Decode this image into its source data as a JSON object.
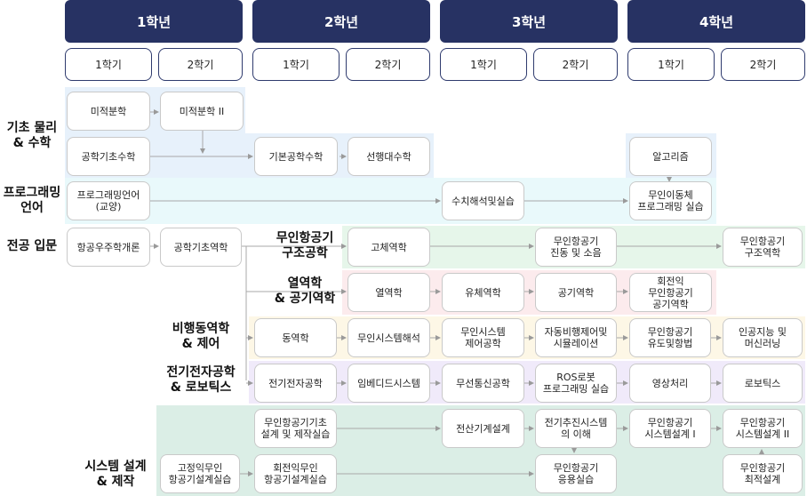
{
  "years": [
    "1학년",
    "2학년",
    "3학년",
    "4학년"
  ],
  "semesters": [
    "1학기",
    "2학기",
    "1학기",
    "2학기",
    "1학기",
    "2학기",
    "1학기",
    "2학기"
  ],
  "colors": {
    "year_bg": "#273263",
    "basic": "#e7f1fb",
    "programming": "#e9f9fb",
    "structure": "#e6f6ea",
    "thermo": "#fcebed",
    "control": "#fdf7e6",
    "robotics": "#f0eafa",
    "system": "#dbeee6"
  },
  "categories": {
    "basic": "기초 물리\n& 수학",
    "programming": "프로그래밍\n언어",
    "intro": "전공 입문",
    "structure": "무인항공기\n구조공학",
    "thermo": "열역학\n& 공기역학",
    "control": "비행동역학\n& 제어",
    "robotics": "전기전자공학\n& 로보틱스",
    "system": "시스템 설계\n& 제작"
  },
  "courses": {
    "calc1": "미적분학",
    "calc2": "미적분학 II",
    "basic_math": "공학기초수학",
    "eng_math": "기본공학수학",
    "linear_algebra": "선행대수학",
    "algorithm": "알고리즘",
    "prog_lang": "프로그래밍언어\n(교양)",
    "numerical": "수치해석및실습",
    "mobile_prog": "무인이동체\n프로그래밍 실습",
    "aero_intro": "항공우주학개론",
    "basic_mech": "공학기초역학",
    "solid_mech": "고체역학",
    "vibration": "무인항공기\n진동 및 소음",
    "uav_struct": "무인항공기\n구조역학",
    "thermo_course": "열역학",
    "fluid": "유체역학",
    "aerodynamics": "공기역학",
    "rotor_aero": "회전익\n무인항공기\n공기역학",
    "dynamics": "동역학",
    "uav_system_analysis": "무인시스템해석",
    "uav_control": "무인시스템\n제어공학",
    "auto_flight_sim": "자동비행제어및\n시뮬레이션",
    "uav_guidance": "무인항공기\n유도및항법",
    "ai_ml": "인공지능 및\n머신러닝",
    "electronics": "전기전자공학",
    "embedded": "임베디드시스템",
    "wireless": "무선통신공학",
    "ros": "ROS로봇\n프로그래밍 실습",
    "image_proc": "영상처리",
    "robotics_course": "로보틱스",
    "uav_basic_design": "무인항공기기초\n설계 및 제작실습",
    "electronic_design": "전산기계설계",
    "propulsion": "전기추진시스템\n의 이해",
    "uav_sys_design1": "무인항공기\n시스템설계 I",
    "uav_sys_design2": "무인항공기\n시스템설계 II",
    "fixed_wing_design": "고정익무인\n항공기설계실습",
    "rotary_wing_design": "회전익무인\n항공기설계실습",
    "uav_application": "무인항공기\n응용실습",
    "uav_optimal_design": "무인항공기\n최적설계"
  }
}
